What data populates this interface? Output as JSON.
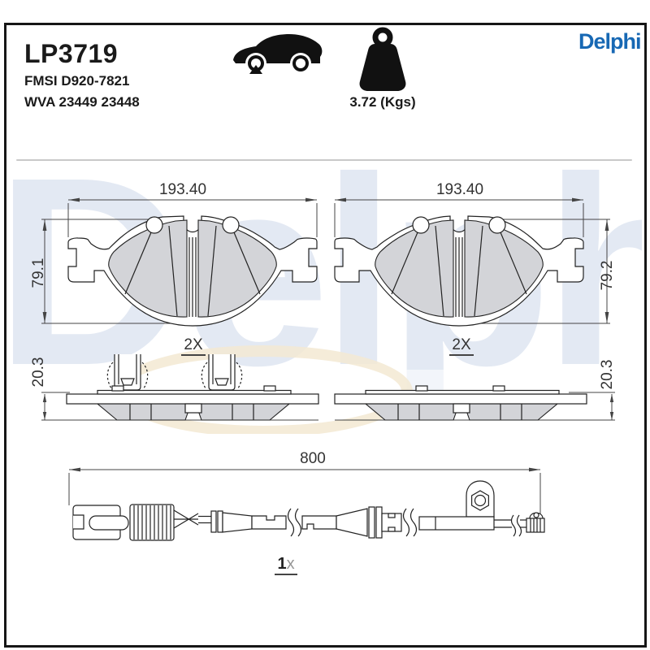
{
  "header": {
    "part_number": "LP3719",
    "fmsi_label": "FMSI D920-7821",
    "wva_label": "WVA 23449 23448",
    "brand": "Delphi",
    "weight_label": "3.72 (Kgs)"
  },
  "watermark": {
    "text": "Delphi"
  },
  "diagrams": {
    "left_pad": {
      "width_dim": "193.40",
      "height_dim": "79.1",
      "thickness_dim": "20.3",
      "clip_qty": "2X"
    },
    "right_pad": {
      "width_dim": "193.40",
      "height_dim": "79.2",
      "thickness_dim": "20.3",
      "clip_qty": "2X"
    },
    "sensor": {
      "length_dim": "800",
      "qty_value": "1",
      "qty_unit": "x"
    }
  },
  "icons": {
    "car": "car-front-axle-icon",
    "weight": "weight-kettlebell-icon"
  },
  "colors": {
    "brand_blue": "#1768b4",
    "watermark_blue": "#e3e9f3",
    "friction_gray": "#d3d4d8",
    "swoosh_cream": "#f3e9d2",
    "line_black": "#222222"
  }
}
